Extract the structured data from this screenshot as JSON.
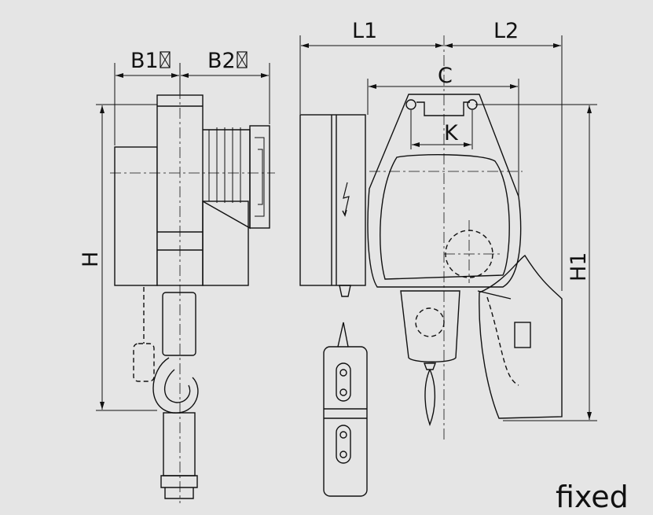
{
  "labels": {
    "b1": "B1",
    "b2": "B2",
    "l1": "L1",
    "l2": "L2",
    "c": "C",
    "k": "K",
    "h": "H",
    "h1": "H1",
    "variant": "fixed"
  },
  "colors": {
    "background": "#e5e5e5",
    "line": "#111111"
  }
}
